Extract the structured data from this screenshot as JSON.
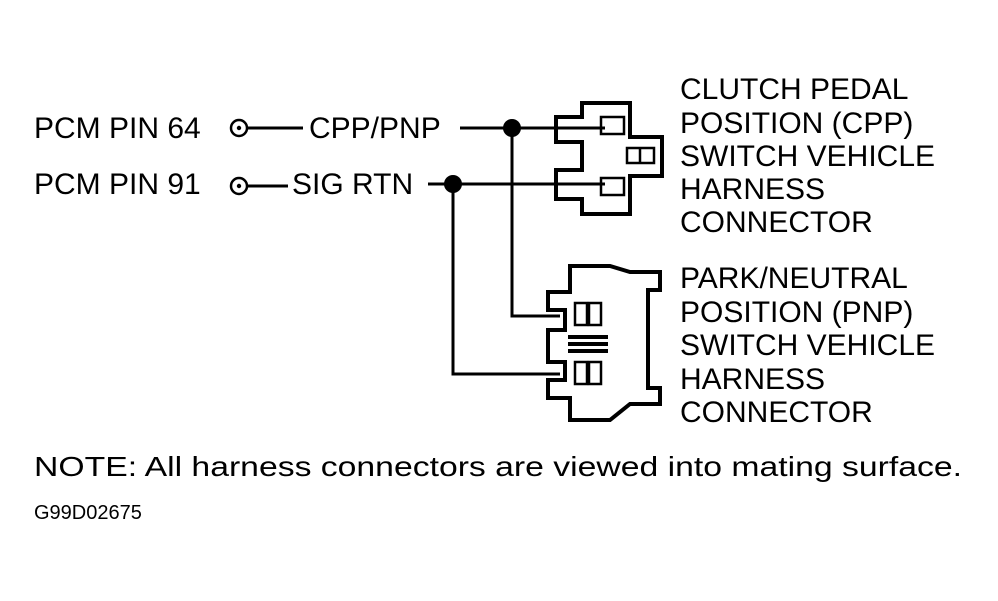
{
  "pins": [
    {
      "pin_label": "PCM PIN 64",
      "circuit_label": "CPP/PNP"
    },
    {
      "pin_label": "PCM PIN 91",
      "circuit_label": "SIG RTN"
    }
  ],
  "connectors": [
    {
      "lines": [
        "CLUTCH PEDAL",
        "POSITION (CPP)",
        "SWITCH VEHICLE",
        "HARNESS",
        "CONNECTOR"
      ]
    },
    {
      "lines": [
        "PARK/NEUTRAL",
        "POSITION (PNP)",
        "SWITCH VEHICLE",
        "HARNESS",
        "CONNECTOR"
      ]
    }
  ],
  "note": "NOTE:  All harness connectors are viewed into mating surface.",
  "figure_id": "G99D02675"
}
